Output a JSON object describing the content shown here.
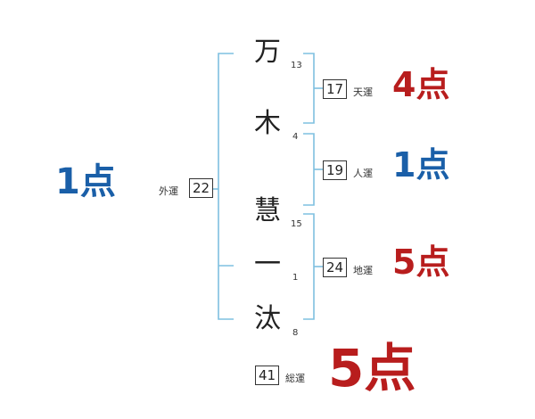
{
  "colors": {
    "bracket": "#7ec0e0",
    "good": "#1a5fa8",
    "bad": "#b81d1d"
  },
  "name_chars": [
    {
      "char": "万",
      "strokes": "13"
    },
    {
      "char": "木",
      "strokes": "4"
    },
    {
      "char": "慧",
      "strokes": "15"
    },
    {
      "char": "一",
      "strokes": "1"
    },
    {
      "char": "汰",
      "strokes": "8"
    }
  ],
  "fortunes": {
    "ten": {
      "value": "17",
      "label": "天運",
      "score": "4点"
    },
    "jin": {
      "value": "19",
      "label": "人運",
      "score": "1点"
    },
    "chi": {
      "value": "24",
      "label": "地運",
      "score": "5点"
    },
    "gai": {
      "value": "22",
      "label": "外運",
      "score": "1点"
    },
    "total": {
      "value": "41",
      "label": "総運",
      "score": "5点"
    }
  }
}
